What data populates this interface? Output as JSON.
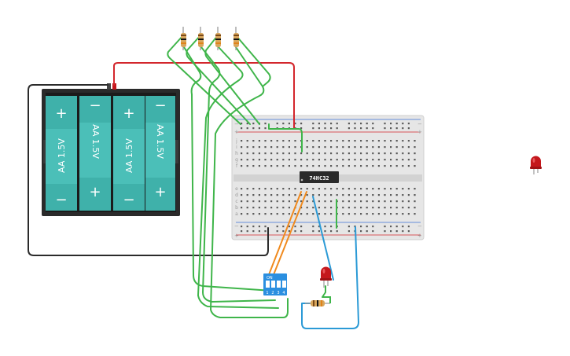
{
  "battery_pack": {
    "cells": [
      {
        "label": "AA 1.5V",
        "plus": "+",
        "minus": "−",
        "orientation": "plus-top"
      },
      {
        "label": "AA 1.5V",
        "plus": "+",
        "minus": "−",
        "orientation": "minus-top"
      },
      {
        "label": "AA 1.5V",
        "plus": "+",
        "minus": "−",
        "orientation": "plus-top"
      },
      {
        "label": "AA 1.5V",
        "plus": "+",
        "minus": "−",
        "orientation": "minus-top"
      }
    ],
    "cell_color": "#4bbfb8"
  },
  "ic_chip": {
    "label": "74HC32"
  },
  "dip_switch": {
    "on_label": "ON",
    "positions": [
      "1",
      "2",
      "3",
      "4"
    ]
  },
  "breadboard": {
    "row_letters_top": [
      "j",
      "i",
      "h",
      "g",
      "f"
    ],
    "row_letters_bottom": [
      "e",
      "d",
      "c",
      "b",
      "a"
    ],
    "rail_plus": "+",
    "rail_minus": "−"
  },
  "colors": {
    "wire_green": "#3fb54a",
    "wire_red": "#d3262c",
    "wire_black": "#2b2b2b",
    "wire_blue": "#2b9ad6",
    "wire_orange": "#f08a1e",
    "led_red": "#c4171c",
    "switch_blue": "#2b8fe0"
  }
}
